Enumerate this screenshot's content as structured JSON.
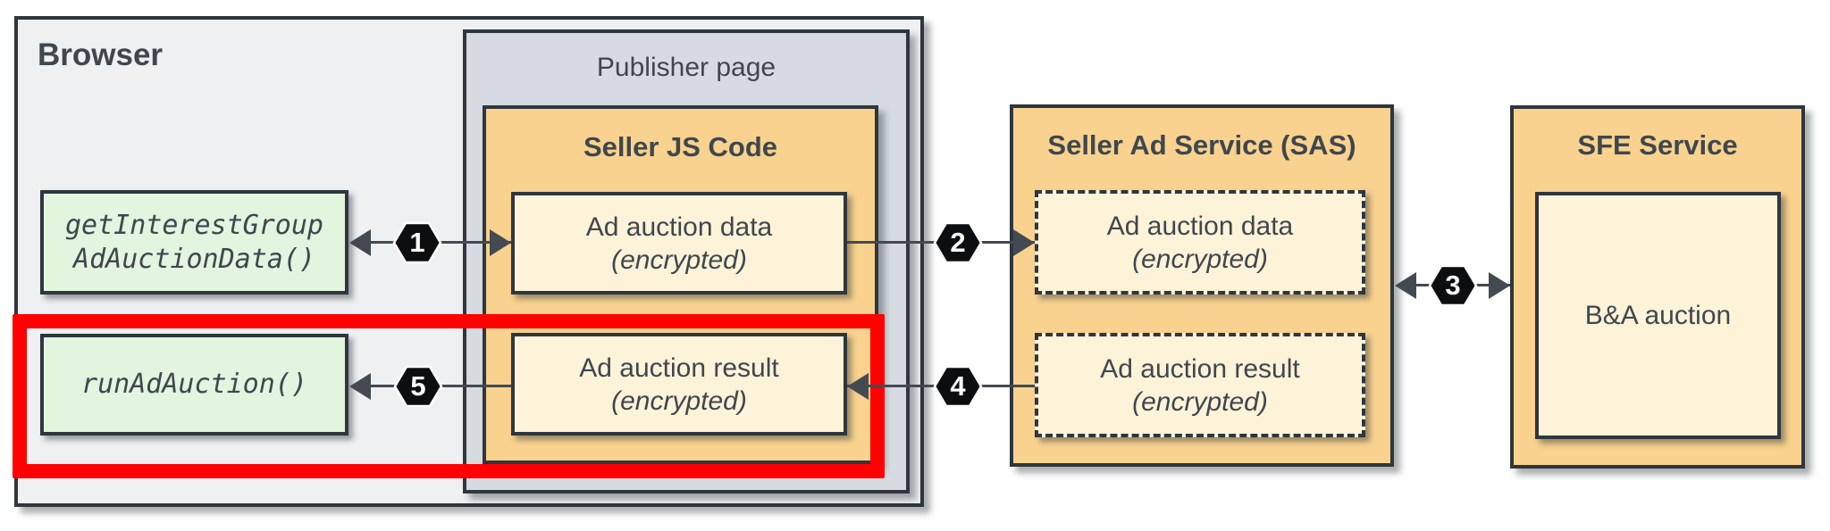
{
  "browser": {
    "label": "Browser"
  },
  "publisher": {
    "label": "Publisher page"
  },
  "seller_js": {
    "title": "Seller JS Code",
    "data_box": {
      "line1": "Ad auction data",
      "line2": "(encrypted)"
    },
    "result_box": {
      "line1": "Ad auction result",
      "line2": "(encrypted)"
    }
  },
  "browser_api": {
    "get_box": {
      "line1": "getInterestGroup",
      "line2": "AdAuctionData()"
    },
    "run_box": {
      "line1": "runAdAuction()"
    }
  },
  "sas": {
    "title": "Seller Ad Service (SAS)",
    "data_box": {
      "line1": "Ad auction data",
      "line2": "(encrypted)"
    },
    "result_box": {
      "line1": "Ad auction result",
      "line2": "(encrypted)"
    }
  },
  "sfe": {
    "title": "SFE Service",
    "auction_box": {
      "label": "B&A auction"
    }
  },
  "flows": [
    {
      "number": "1"
    },
    {
      "number": "2"
    },
    {
      "number": "3"
    },
    {
      "number": "4"
    },
    {
      "number": "5"
    }
  ],
  "colors": {
    "canvas-bg": "#ffffff",
    "browser-bg": "#eef0f2",
    "publisher-bg": "#d5dbe0",
    "panel-orange": "#f8d28e",
    "panel-cream": "#fdf3d8",
    "panel-green": "#e2f5df",
    "border-dark": "#2f363d",
    "text-dark": "#3f474e",
    "arrow-gray": "#434a52",
    "highlight-red": "#fe0100",
    "hexagon-black": "#0c0e10"
  }
}
